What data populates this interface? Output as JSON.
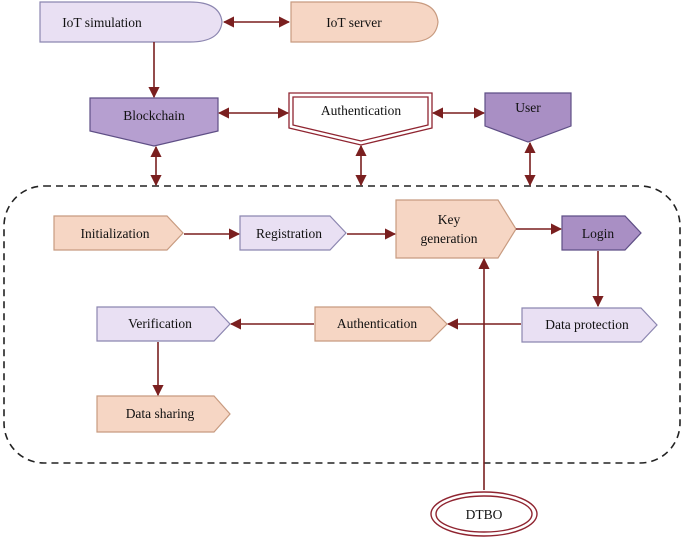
{
  "colors": {
    "lavender": "#e9e0f3",
    "lavender_border": "#8c86b0",
    "peach": "#f6d6c4",
    "peach_border": "#c89b80",
    "purple": "#a98fc4",
    "purple_border": "#5f4f86",
    "connector": "#7a1f1f",
    "double_border": "#8f2430"
  },
  "top": {
    "iot_simulation": "IoT simulation",
    "iot_server": "IoT server",
    "blockchain": "Blockchain",
    "authentication": "Authentication",
    "user": "User"
  },
  "process": {
    "initialization": "Initialization",
    "registration": "Registration",
    "key_generation_line1": "Key",
    "key_generation_line2": "generation",
    "login": "Login",
    "data_protection": "Data protection",
    "authentication": "Authentication",
    "verification": "Verification",
    "data_sharing": "Data sharing"
  },
  "dtbo": "DTBO"
}
